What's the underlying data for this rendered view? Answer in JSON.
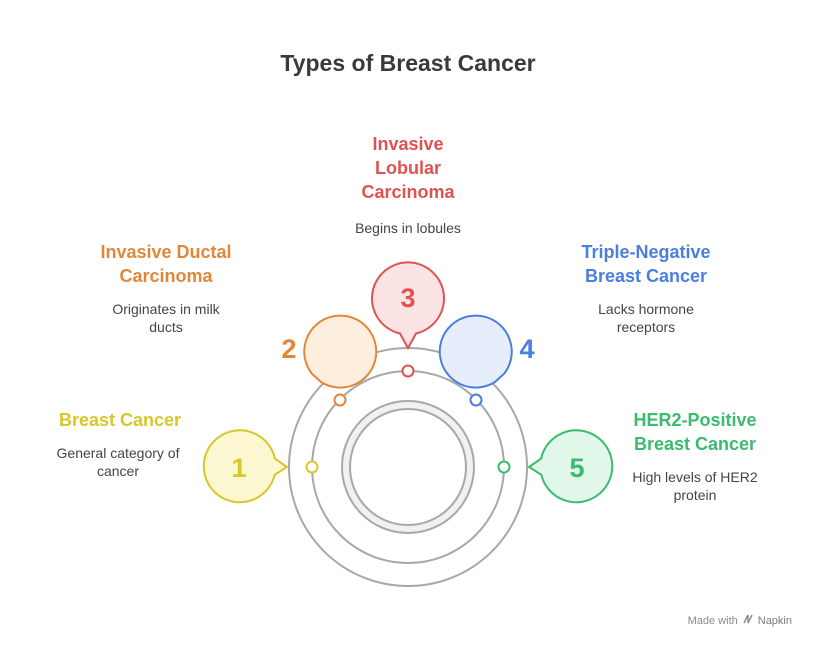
{
  "title": "Types of Breast Cancer",
  "items": [
    {
      "number": "1",
      "heading_lines": [
        "Breast Cancer"
      ],
      "desc_lines": [
        "General category of",
        "cancer"
      ],
      "color": "#d9c629",
      "fill": "#fbf7d1"
    },
    {
      "number": "2",
      "heading_lines": [
        "Invasive Ductal",
        "Carcinoma"
      ],
      "desc_lines": [
        "Originates in milk",
        "ducts"
      ],
      "color": "#e0873a",
      "fill": "#fdeedd"
    },
    {
      "number": "3",
      "heading_lines": [
        "Invasive",
        "Lobular",
        "Carcinoma"
      ],
      "desc_lines": [
        "Begins in lobules"
      ],
      "color": "#e05252",
      "fill": "#fde4e4"
    },
    {
      "number": "4",
      "heading_lines": [
        "Triple-Negative",
        "Breast Cancer"
      ],
      "desc_lines": [
        "Lacks hormone",
        "receptors"
      ],
      "color": "#4a7fe0",
      "fill": "#e6eefc"
    },
    {
      "number": "5",
      "heading_lines": [
        "HER2-Positive",
        "Breast Cancer"
      ],
      "desc_lines": [
        "High levels of HER2",
        "protein"
      ],
      "color": "#3cba6e",
      "fill": "#e0f7e9"
    }
  ],
  "footer": {
    "made_with": "Made with",
    "brand": "Napkin"
  }
}
